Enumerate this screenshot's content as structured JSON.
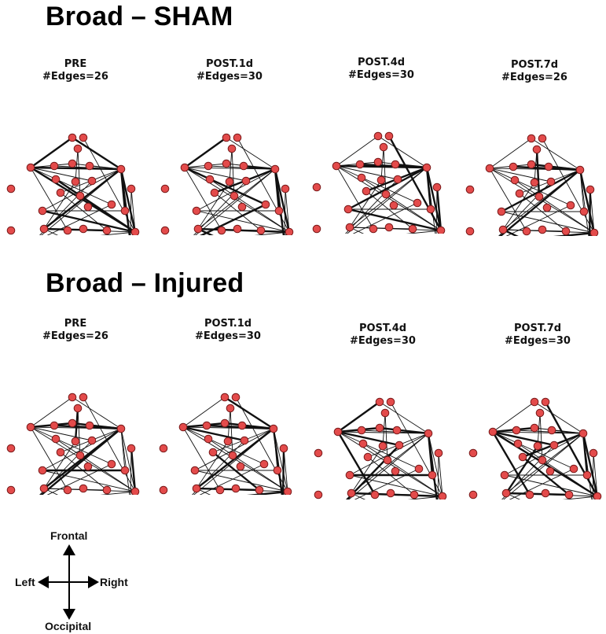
{
  "sections": [
    {
      "title": "Broad – SHAM",
      "panels": [
        {
          "label": "PRE",
          "edges_label": "#Edges=26"
        },
        {
          "label": "POST.1d",
          "edges_label": "#Edges=30"
        },
        {
          "label": "POST.4d",
          "edges_label": "#Edges=30"
        },
        {
          "label": "POST.7d",
          "edges_label": "#Edges=26"
        }
      ]
    },
    {
      "title": "Broad – Injured",
      "panels": [
        {
          "label": "PRE",
          "edges_label": "#Edges=26"
        },
        {
          "label": "POST.1d",
          "edges_label": "#Edges=30"
        },
        {
          "label": "POST.4d",
          "edges_label": "#Edges=30"
        },
        {
          "label": "POST.7d",
          "edges_label": "#Edges=30"
        }
      ]
    }
  ],
  "orientation": {
    "top": "Frontal",
    "bottom": "Occipital",
    "left": "Left",
    "right": "Right"
  },
  "colors": {
    "node_fill": "#e34b4b",
    "node_stroke": "#7a1a1a",
    "edge": "#111111"
  }
}
